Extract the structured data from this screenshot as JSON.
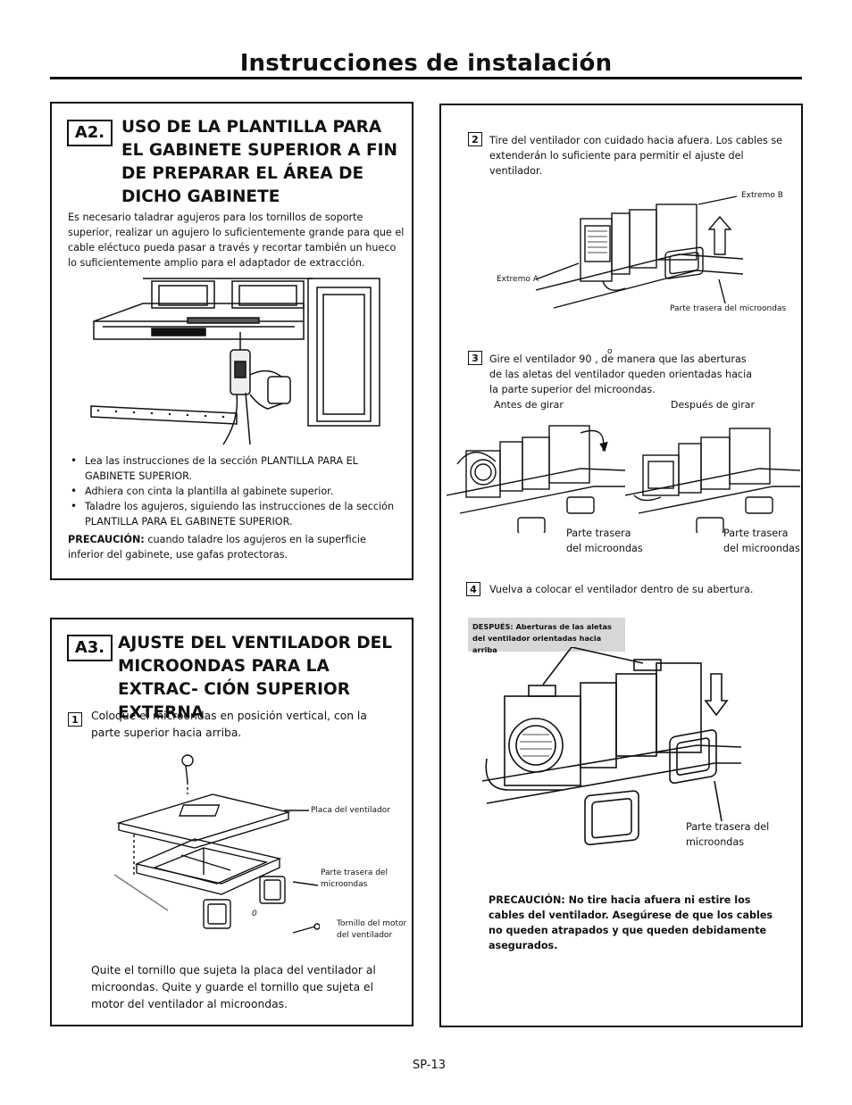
{
  "page": {
    "title": "Instrucciones de instalación",
    "page_number": "SP-13"
  },
  "a2": {
    "num": "A2.",
    "heading": "USO DE LA PLANTILLA PARA EL GABINETE SUPERIOR A FIN DE PREPARAR EL ÁREA DE DICHO GABINETE",
    "intro": "Es necesario taladrar agujeros para los tornillos de soporte superior, realizar un agujero lo suficientemente grande para que el cable eléctuco pueda pasar a través y recortar también un hueco lo suficientemente amplio para el adaptador de extracción.",
    "bullets": [
      "Lea las instrucciones de la sección PLANTILLA PARA EL GABINETE SUPERIOR.",
      "Adhiera con cinta la plantilla al gabinete superior.",
      "Taladre los agujeros, siguiendo las instrucciones de la sección PLANTILLA PARA EL GABINETE SUPERIOR."
    ],
    "caution_label": "PRECAUCIÓN:",
    "caution_text": " cuando taladre los agujeros en la superficie inferior del gabinete, use gafas protectoras."
  },
  "a3": {
    "num": "A3.",
    "heading": "AJUSTE DEL VENTILADOR DEL MICROONDAS PARA LA EXTRAC- CIÓN SUPERIOR EXTERNA",
    "step1_num": "1",
    "step1_text": "Coloque el microondas en posición vertical, con la parte superior hacia arriba.",
    "label_plate": "Placa del ventilador",
    "label_back": "Parte trasera del microondas",
    "label_screw": "Tornillo del motor del ventilador",
    "label_zero": "0",
    "bottom_text": "Quite el tornillo que sujeta la placa del ventilador al microondas. Quite y guarde el tornillo que sujeta el motor del ventilador al microondas."
  },
  "right": {
    "step2_num": "2",
    "step2_text": "Tire del ventilador con cuidado hacia afuera. Los cables se extenderán lo suficiente para permitir el ajuste del ventilador.",
    "label_end_b": "Extremo B",
    "label_end_a": "Extremo A",
    "label_back1": "Parte trasera del microondas",
    "step3_num": "3",
    "step3_text": "Gire el ventilador 90 , de manera que las aberturas de las aletas del ventilador queden orientadas hacia la parte superior del microondas.",
    "degree": "o",
    "label_before": "Antes de girar",
    "label_after": "Después de girar",
    "label_back2": "Parte trasera del microondas",
    "label_back3": "Parte trasera del microondas",
    "step4_num": "4",
    "step4_text": "Vuelva a colocar el ventilador dentro de su abertura.",
    "after_label": "DESPUÉS:",
    "after_text": " Aberturas de las aletas del ventilador orientadas hacia arriba",
    "label_back4": "Parte trasera del microondas",
    "caution": "PRECAUCIÓN: No tire hacia afuera ni estire los cables del ventilador. Asegúrese de que los cables no queden atrapados y que queden debidamente asegurados."
  }
}
